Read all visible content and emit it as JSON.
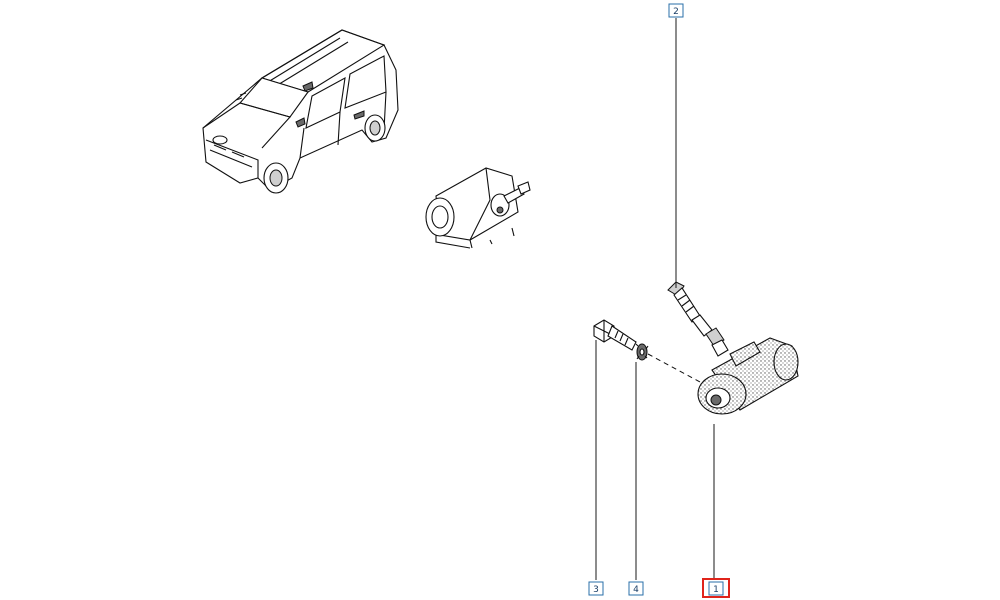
{
  "diagram": {
    "callouts": [
      {
        "number": "2",
        "selected": false
      },
      {
        "number": "3",
        "selected": false
      },
      {
        "number": "4",
        "selected": false
      },
      {
        "number": "1",
        "selected": true
      }
    ]
  },
  "colors": {
    "callout_border": "#2a6fa8",
    "callout_text": "#1a3e66",
    "selected_border": "#e0241b",
    "line_art": "#111111"
  }
}
